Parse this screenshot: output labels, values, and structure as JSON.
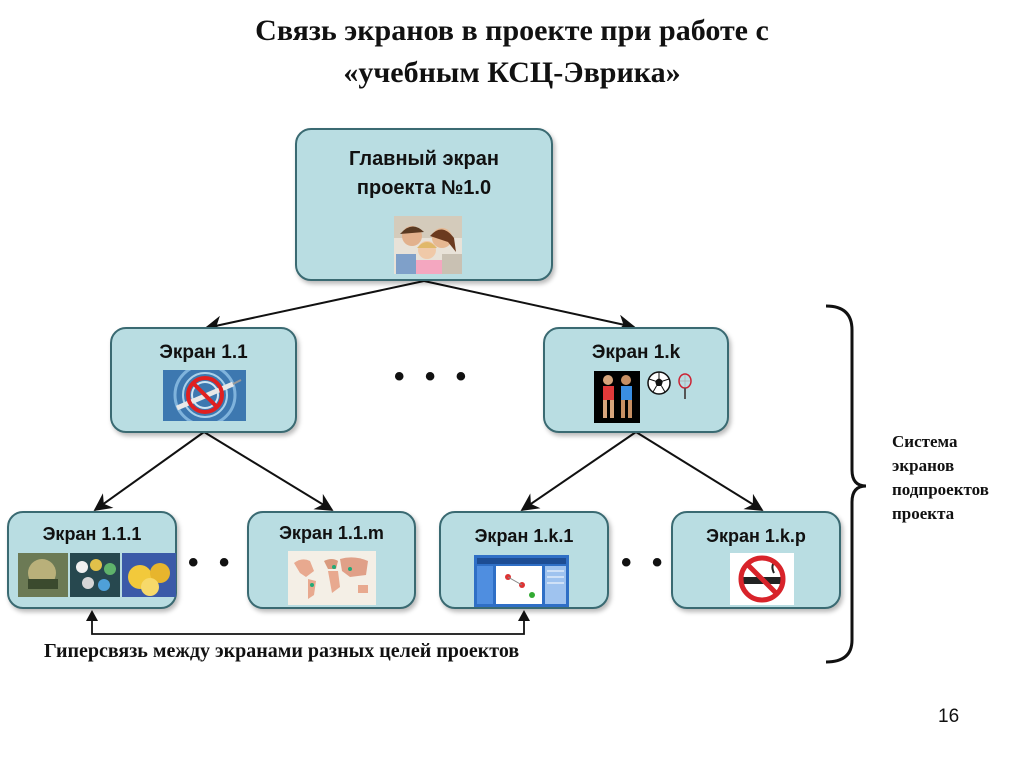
{
  "title": {
    "line1": "Связь экранов в проекте при работе с",
    "line2": "«учебным КСЦ-Эврика»"
  },
  "nodes": {
    "main": {
      "line1": "Главный экран",
      "line2": "проекта №1.0"
    },
    "s11": "Экран 1.1",
    "s1k": "Экран 1.k",
    "s111": "Экран 1.1.1",
    "s11m": "Экран 1.1.m",
    "s1k1": "Экран 1.k.1",
    "s1kp": "Экран 1.k.p"
  },
  "ellipsis": "• • •",
  "side_label": {
    "line1": "Система",
    "line2": "экранов",
    "line3": "подпроектов",
    "line4": "проекта"
  },
  "hyperlink_label": "Гиперсвязь между экранами разных целей проектов",
  "page_number": "16",
  "colors": {
    "node_fill": "#b9dde2",
    "node_border": "#3a6a72",
    "text": "#111111"
  },
  "icons": [
    "family-photo-icon",
    "no-drugs-icon",
    "athletes-sport-icon",
    "soccer-ball-icon",
    "tennis-racket-icon",
    "nature-collage-icon",
    "world-map-icon",
    "screen-thumbnail-icon",
    "no-smoking-icon"
  ]
}
